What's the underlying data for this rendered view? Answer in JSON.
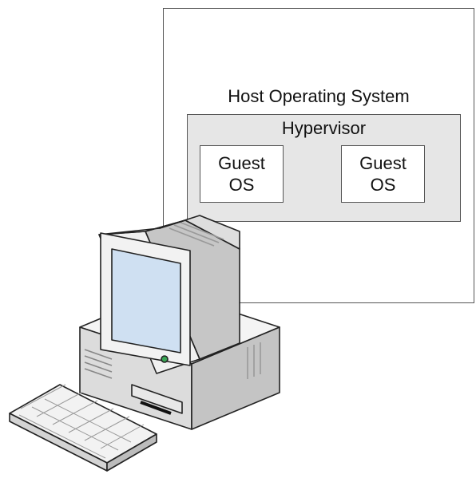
{
  "diagram": {
    "host_label": "Host Operating System",
    "hypervisor_label": "Hypervisor",
    "guests": [
      {
        "line1": "Guest",
        "line2": "OS"
      },
      {
        "line1": "Guest",
        "line2": "OS"
      }
    ]
  },
  "colors": {
    "hypervisor_fill": "#e6e6e6",
    "screen": "#cfe0f2",
    "power_led": "#3aa655"
  }
}
